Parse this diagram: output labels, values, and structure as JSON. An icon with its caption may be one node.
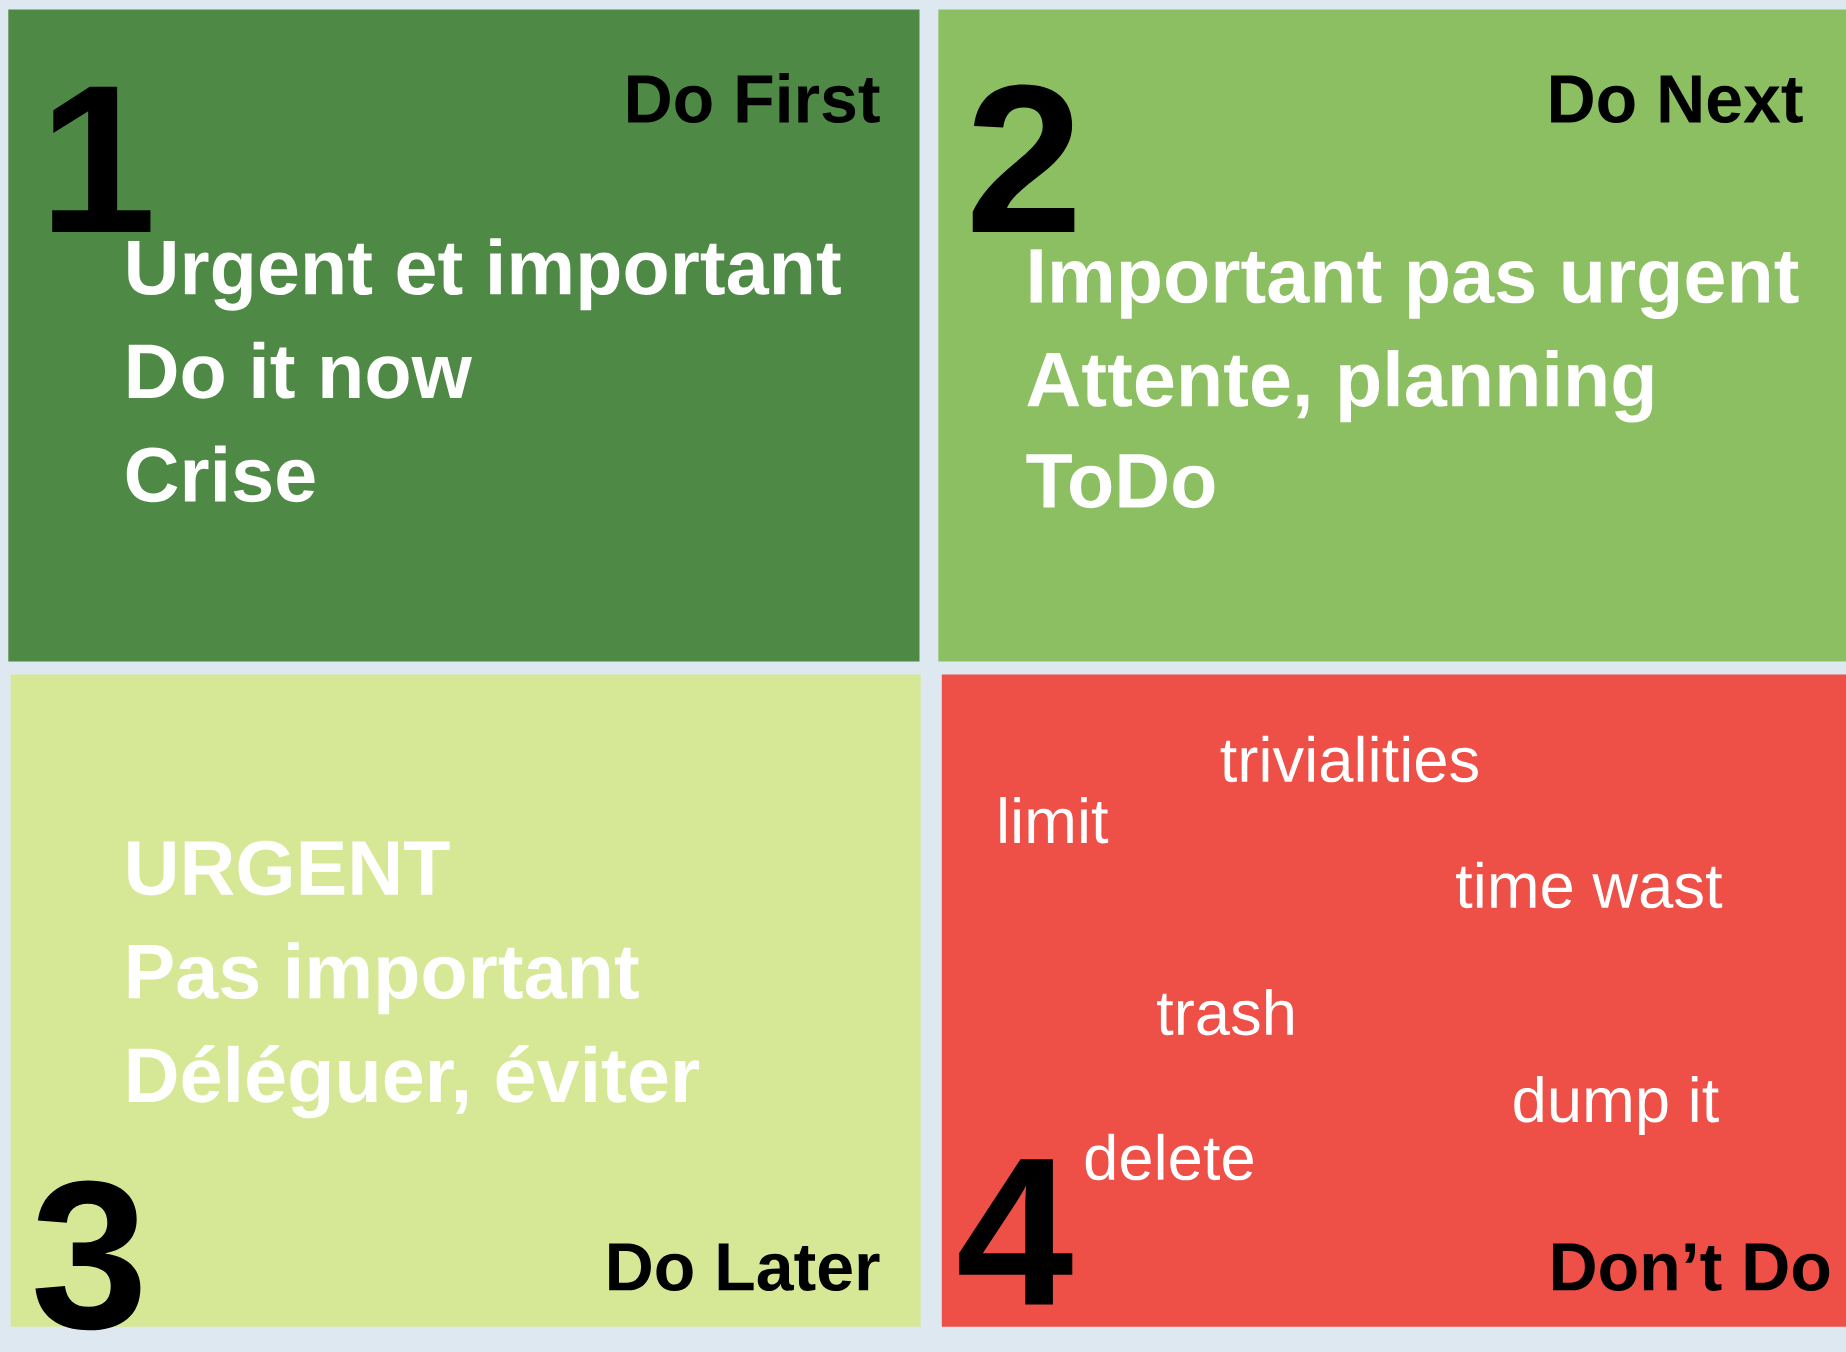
{
  "diagram": {
    "nodes": [
      {
        "text": [
          "1",
          "Do First",
          "Urgent et important",
          "Do it now",
          "Crise"
        ]
      },
      {
        "text": [
          "2",
          "Do Next",
          "Important pas urgent",
          "Attente, planning",
          "ToDo"
        ]
      },
      {
        "text": [
          "URGENT",
          "Pas important",
          "Déléguer, éviter",
          "3",
          "Do Later"
        ]
      },
      {
        "text": [
          "trivialities",
          "limit",
          "time wast",
          "trash",
          "dump it",
          "delete",
          "4",
          "Don’t Do"
        ]
      }
    ]
  }
}
